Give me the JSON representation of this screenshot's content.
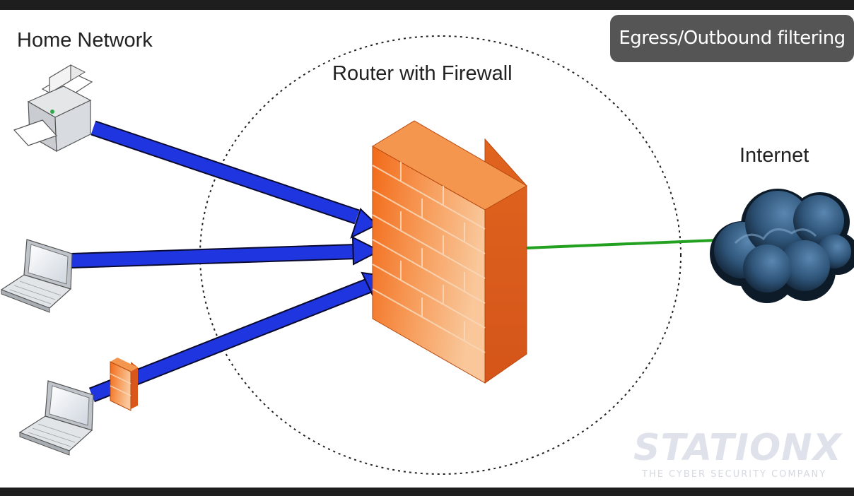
{
  "labels": {
    "home_network": "Home Network",
    "router": "Router with Firewall",
    "internet": "Internet"
  },
  "badge": {
    "text": "Egress/Outbound filtering"
  },
  "watermark": {
    "brand": "STATIONX",
    "tagline": "THE CYBER SECURITY COMPANY"
  },
  "icons": [
    "printer-icon",
    "laptop-icon",
    "laptop-icon",
    "personal-firewall-icon",
    "firewall-icon",
    "cloud-icon"
  ],
  "colors": {
    "arrow": "#1f35e0",
    "connection_line": "#22a020",
    "firewall": "#f07a2a",
    "cloud": "#2b4f70",
    "badge_bg": "#555555"
  }
}
